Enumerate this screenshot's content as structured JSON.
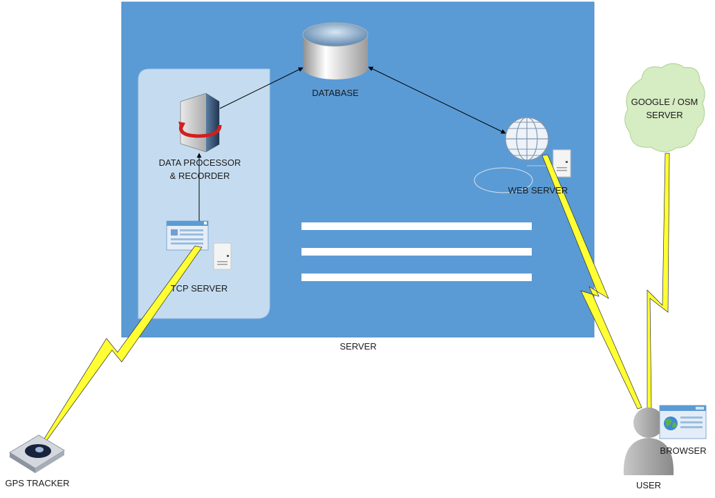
{
  "server": {
    "label": "SERVER"
  },
  "database": {
    "label": "DATABASE"
  },
  "data_processor": {
    "label_line1": "DATA PROCESSOR",
    "label_line2": "& RECORDER"
  },
  "tcp_server": {
    "label": "TCP SERVER"
  },
  "web_server": {
    "label": "WEB SERVER"
  },
  "cloud": {
    "label_line1": "GOOGLE / OSM",
    "label_line2": "SERVER"
  },
  "gps_tracker": {
    "label": "GPS TRACKER"
  },
  "user": {
    "label": "USER"
  },
  "browser": {
    "label": "BROWSER"
  },
  "colors": {
    "server_fill": "#5b9bd5",
    "panel_fill": "#c5dcf0",
    "cloud_fill": "#d6ecc2",
    "bolt_fill": "#ffff33",
    "processor_arrow": "#d21f1f"
  }
}
